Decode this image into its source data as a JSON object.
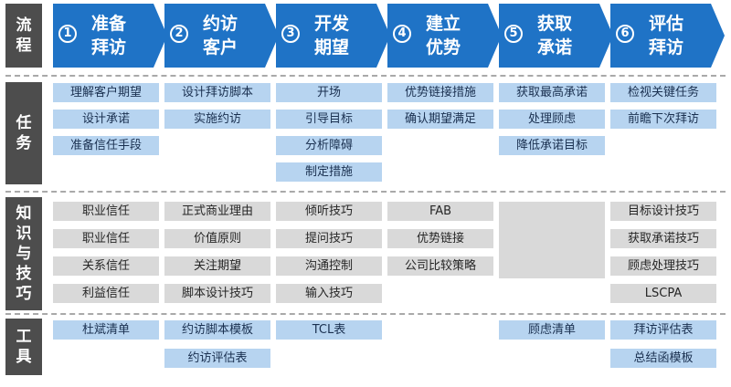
{
  "row_labels": {
    "process": [
      "流",
      "程"
    ],
    "tasks": [
      "任",
      "务"
    ],
    "skills": [
      "知",
      "识",
      "与",
      "技",
      "巧"
    ],
    "tools": [
      "工",
      "具"
    ]
  },
  "stages": [
    {
      "num": "1",
      "title": [
        "准备",
        "拜访"
      ]
    },
    {
      "num": "2",
      "title": [
        "约访",
        "客户"
      ]
    },
    {
      "num": "3",
      "title": [
        "开发",
        "期望"
      ]
    },
    {
      "num": "4",
      "title": [
        "建立",
        "优势"
      ]
    },
    {
      "num": "5",
      "title": [
        "获取",
        "承诺"
      ]
    },
    {
      "num": "6",
      "title": [
        "评估",
        "拜访"
      ]
    }
  ],
  "tasks": [
    [
      "理解客户期望",
      "设计承诺",
      "准备信任手段",
      ""
    ],
    [
      "设计拜访脚本",
      "实施约访",
      "",
      ""
    ],
    [
      "开场",
      "引导目标",
      "分析障碍",
      "制定措施"
    ],
    [
      "优势链接措施",
      "确认期望满足",
      "",
      ""
    ],
    [
      "获取最高承诺",
      "处理顾虑",
      "降低承诺目标",
      ""
    ],
    [
      "检视关键任务",
      "前瞻下次拜访",
      "",
      ""
    ]
  ],
  "skills": [
    [
      "职业信任",
      "职业信任",
      "关系信任",
      "利益信任"
    ],
    [
      "正式商业理由",
      "价值原则",
      "关注期望",
      "脚本设计技巧"
    ],
    [
      "倾听技巧",
      "提问技巧",
      "沟通控制",
      "输入技巧"
    ],
    [
      "FAB",
      "优势链接",
      "公司比较策略",
      ""
    ],
    [
      "",
      "",
      "",
      ""
    ],
    [
      "目标设计技巧",
      "获取承诺技巧",
      "顾虑处理技巧",
      "LSCPA"
    ]
  ],
  "tools": [
    [
      "杜斌清单",
      ""
    ],
    [
      "约访脚本模板",
      "约访评估表"
    ],
    [
      "TCL表",
      ""
    ],
    [
      "",
      ""
    ],
    [
      "顾虑清单",
      ""
    ],
    [
      "拜访评估表",
      "总结函模板"
    ]
  ],
  "colors": {
    "stage_blue": "#1f73c6",
    "task_fill": "#b7d4f0",
    "skill_fill": "#d9d9d9",
    "label_fill": "#4d4d4d"
  }
}
